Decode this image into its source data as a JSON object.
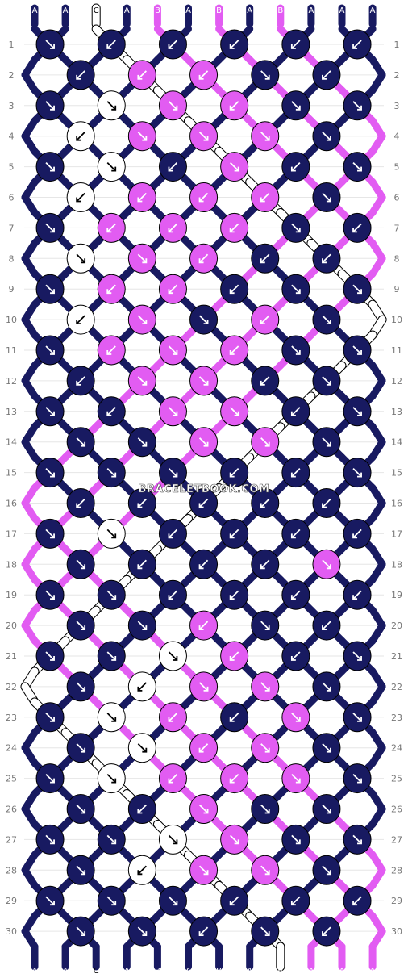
{
  "watermark": "BRACELETBOOK.COM",
  "colors": {
    "A": "#181a61",
    "B": "#e25cf2",
    "C": "#ffffff"
  },
  "strands": [
    "A",
    "A",
    "C",
    "A",
    "B",
    "A",
    "B",
    "A",
    "B",
    "A",
    "A",
    "A"
  ],
  "row_numbers": [
    "1",
    "2",
    "3",
    "4",
    "5",
    "6",
    "7",
    "8",
    "9",
    "10",
    "11",
    "12",
    "13",
    "14",
    "15",
    "16",
    "17",
    "18",
    "19",
    "20",
    "21",
    "22",
    "23",
    "24",
    "25",
    "26",
    "27",
    "28",
    "29",
    "30"
  ],
  "knots": [
    [
      "A>",
      "A<",
      "A<",
      "A<",
      "A<",
      "A<"
    ],
    [
      "A<",
      "B<",
      "B<",
      "A>",
      "A<"
    ],
    [
      "A>",
      "C>",
      "B>",
      "B<",
      "A>",
      "A>"
    ],
    [
      "C<",
      "B>",
      "B>",
      "B>",
      "A>"
    ],
    [
      "A>",
      "C>",
      "A<",
      "B>",
      "A<",
      "A>"
    ],
    [
      "C<",
      "B<",
      "B<",
      "B<",
      "A>"
    ],
    [
      "A>",
      "B<",
      "B<",
      "B<",
      "A>",
      "A<"
    ],
    [
      "C>",
      "B>",
      "B<",
      "A<",
      "A<"
    ],
    [
      "A>",
      "B<",
      "B<",
      "A<",
      "A>",
      "A>"
    ],
    [
      "C<",
      "B>",
      "A>",
      "B<",
      "A>"
    ],
    [
      "A>",
      "B<",
      "B>",
      "B<",
      "A>",
      "A>"
    ],
    [
      "A<",
      "B>",
      "B>",
      "A<",
      "A>"
    ],
    [
      "A>",
      "A<",
      "B>",
      "B>",
      "A<",
      "A>"
    ],
    [
      "A>",
      "A>",
      "B>",
      "B>",
      "A>"
    ],
    [
      "A>",
      "A>",
      "A>",
      "A<",
      "A<",
      "A>"
    ],
    [
      "A<",
      "A<",
      "A<",
      "A<",
      "A<"
    ],
    [
      "A>",
      "C>",
      "A<",
      "A<",
      "A<",
      "A<"
    ],
    [
      "A>",
      "A<",
      "A<",
      "A<",
      "B>"
    ],
    [
      "A>",
      "A>",
      "A<",
      "A<",
      "A<",
      "A<"
    ],
    [
      "A>",
      "A>",
      "B<",
      "A>",
      "A<"
    ],
    [
      "A>",
      "A>",
      "C>",
      "B<",
      "A<",
      "A>"
    ],
    [
      "A>",
      "C<",
      "B>",
      "B>",
      "A>"
    ],
    [
      "A>",
      "C>",
      "B<",
      "A<",
      "B>",
      "A>"
    ],
    [
      "A>",
      "C>",
      "B<",
      "B>",
      "A>"
    ],
    [
      "A>",
      "C>",
      "B<",
      "B<",
      "B>",
      "A>"
    ],
    [
      "A>",
      "A<",
      "B>",
      "A>",
      "A>"
    ],
    [
      "A>",
      "A>",
      "C>",
      "B>",
      "A>",
      "A>"
    ],
    [
      "A>",
      "C<",
      "B>",
      "B>",
      "A>"
    ],
    [
      "A>",
      "A>",
      "A>",
      "A<",
      "A<",
      "A<"
    ],
    [
      "A>",
      "A>",
      "A<",
      "A>",
      "A<"
    ]
  ]
}
